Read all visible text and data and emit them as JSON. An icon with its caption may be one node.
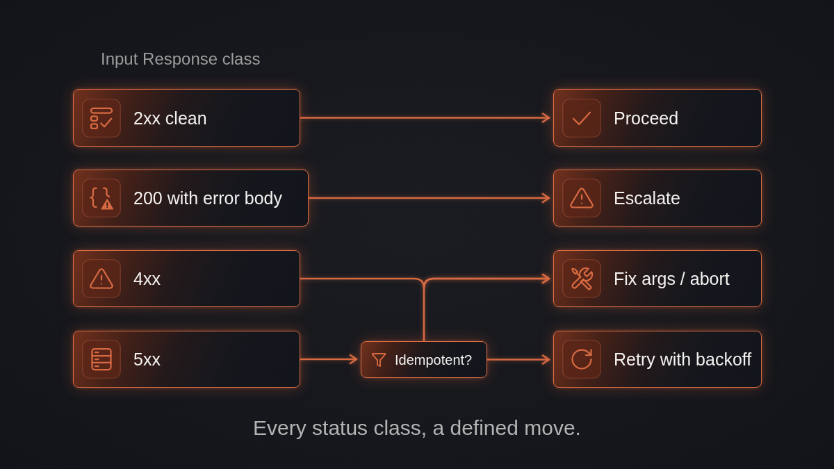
{
  "diagram": {
    "caption": "Every status class, a defined move.",
    "nodes": [
      {
        "text": [
          "2xx clean"
        ]
      },
      {
        "text": [
          "Proceed"
        ]
      },
      {
        "text": [
          "200 with error body"
        ]
      },
      {
        "text": [
          "Escalate"
        ]
      },
      {
        "text": [
          "4xx"
        ]
      },
      {
        "text": [
          "Fix args / abort"
        ]
      },
      {
        "text": [
          "5xx"
        ]
      },
      {
        "text": [
          "Idempotent?"
        ]
      },
      {
        "text": [
          "Retry with backoff"
        ]
      }
    ],
    "edges": [
      {
        "from": 0,
        "to": 1,
        "arrow": "to"
      },
      {
        "from": 2,
        "to": 3,
        "arrow": "to"
      },
      {
        "from": 4,
        "to": 5,
        "arrow": "to"
      },
      {
        "from": 6,
        "to": 7,
        "arrow": "to"
      },
      {
        "from": 7,
        "to": 5,
        "arrow": "to"
      },
      {
        "from": 7,
        "to": 8,
        "arrow": "to"
      }
    ],
    "labels": [
      "Input Response class"
    ]
  }
}
